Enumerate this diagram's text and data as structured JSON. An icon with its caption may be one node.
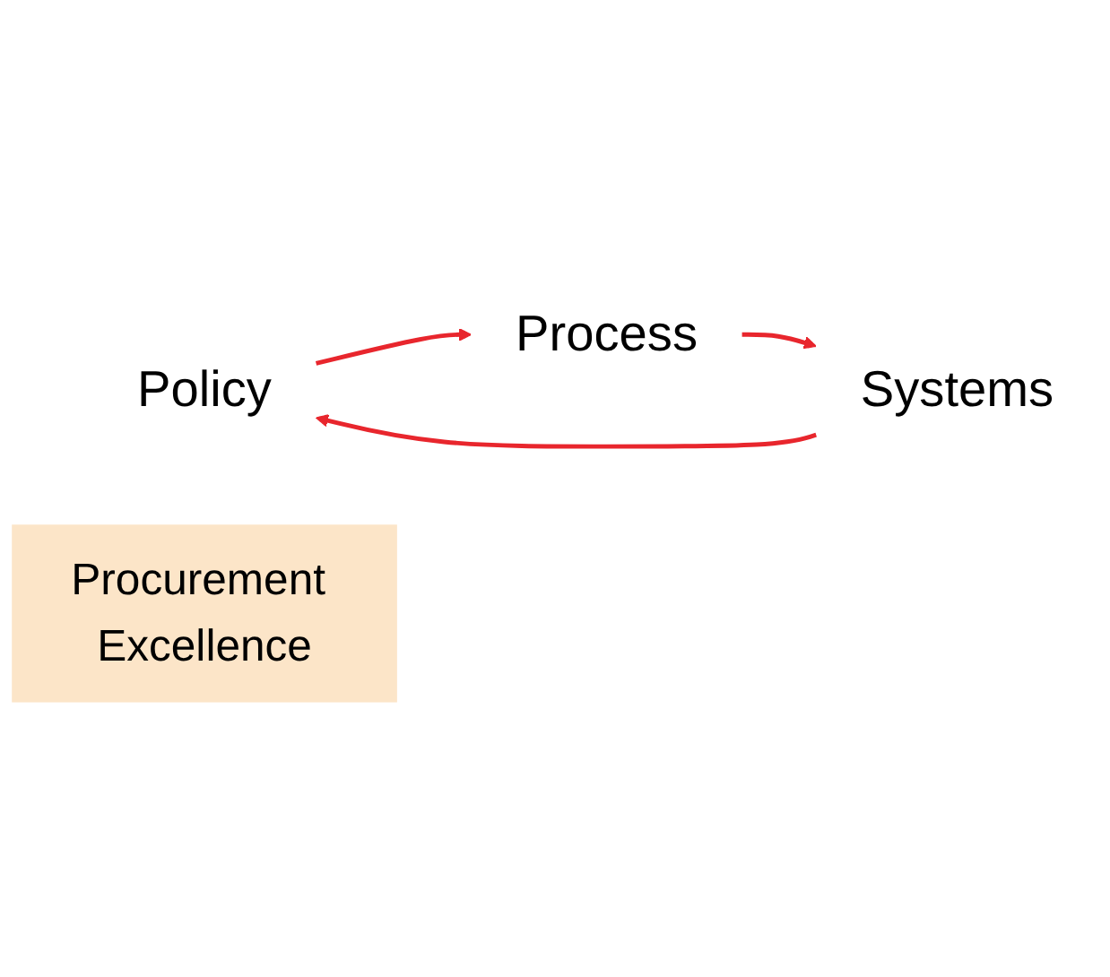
{
  "diagram": {
    "nodes": [
      {
        "text": [
          "Policy"
        ]
      },
      {
        "text": [
          "Process"
        ]
      },
      {
        "text": [
          "Procurement Excellence"
        ]
      },
      {
        "text": [
          "Systems"
        ]
      }
    ],
    "edges": [
      {
        "from": 0,
        "to": 1,
        "arrow": "to"
      },
      {
        "from": 1,
        "to": 3,
        "arrow": "to"
      },
      {
        "from": 3,
        "to": 0,
        "arrow": "to"
      }
    ]
  }
}
